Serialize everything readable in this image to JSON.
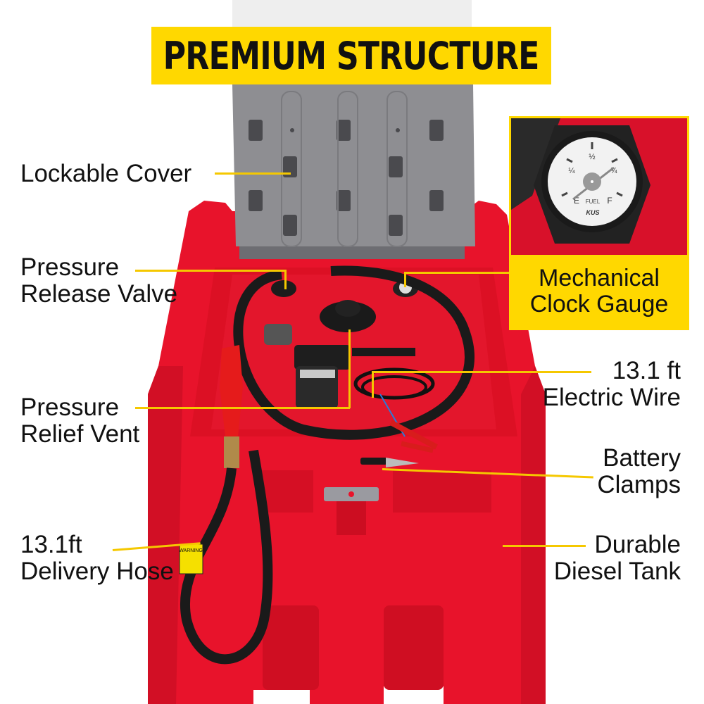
{
  "title": "PREMIUM STRUCTURE",
  "colors": {
    "banner_yellow": "#ffd800",
    "leader_yellow": "#f5c800",
    "tank_red": "#e8132b",
    "cover_gray": "#8e8e92",
    "text": "#111111"
  },
  "callouts": {
    "lockable_cover": {
      "line1": "Lockable Cover"
    },
    "pressure_release_valve": {
      "line1": "Pressure",
      "line2": "Release Valve"
    },
    "pressure_relief_vent": {
      "line1": "Pressure",
      "line2": "Relief Vent"
    },
    "delivery_hose": {
      "line1": "13.1ft",
      "line2": "Delivery Hose"
    },
    "electric_wire": {
      "line1": "13.1 ft",
      "line2": "Electric Wire"
    },
    "battery_clamps": {
      "line1": "Battery",
      "line2": "Clamps"
    },
    "diesel_tank": {
      "line1": "Durable",
      "line2": "Diesel Tank"
    },
    "clock_gauge": {
      "line1": "Mechanical",
      "line2": "Clock Gauge"
    }
  },
  "gauge": {
    "marks": [
      "E",
      "¼",
      "½",
      "¾",
      "F"
    ],
    "label": "FUEL",
    "brand": "KUS"
  },
  "warning_label": "WARNING"
}
